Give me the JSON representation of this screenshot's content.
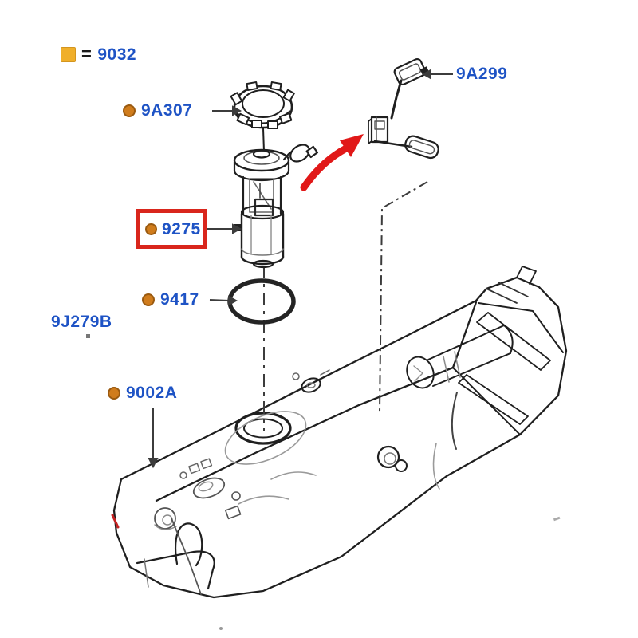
{
  "legend": {
    "equals_sign": "=",
    "code": "9032"
  },
  "parts": [
    {
      "code": "9A307",
      "marker": "orange-dot",
      "highlighted": false
    },
    {
      "code": "9A299",
      "marker": "none",
      "highlighted": false
    },
    {
      "code": "9275",
      "marker": "orange-dot",
      "highlighted": true
    },
    {
      "code": "9417",
      "marker": "orange-dot",
      "highlighted": false
    },
    {
      "code": "9J279B",
      "marker": "none",
      "highlighted": false
    },
    {
      "code": "9002A",
      "marker": "orange-dot",
      "highlighted": false
    }
  ],
  "colors": {
    "label_blue": "#1e53c5",
    "marker_orange": "#d07c1c",
    "legend_yellow": "#f0af2a",
    "highlight_red": "#d9261c",
    "arrow_red": "#e11818",
    "line_dark": "#1f1f1f"
  }
}
